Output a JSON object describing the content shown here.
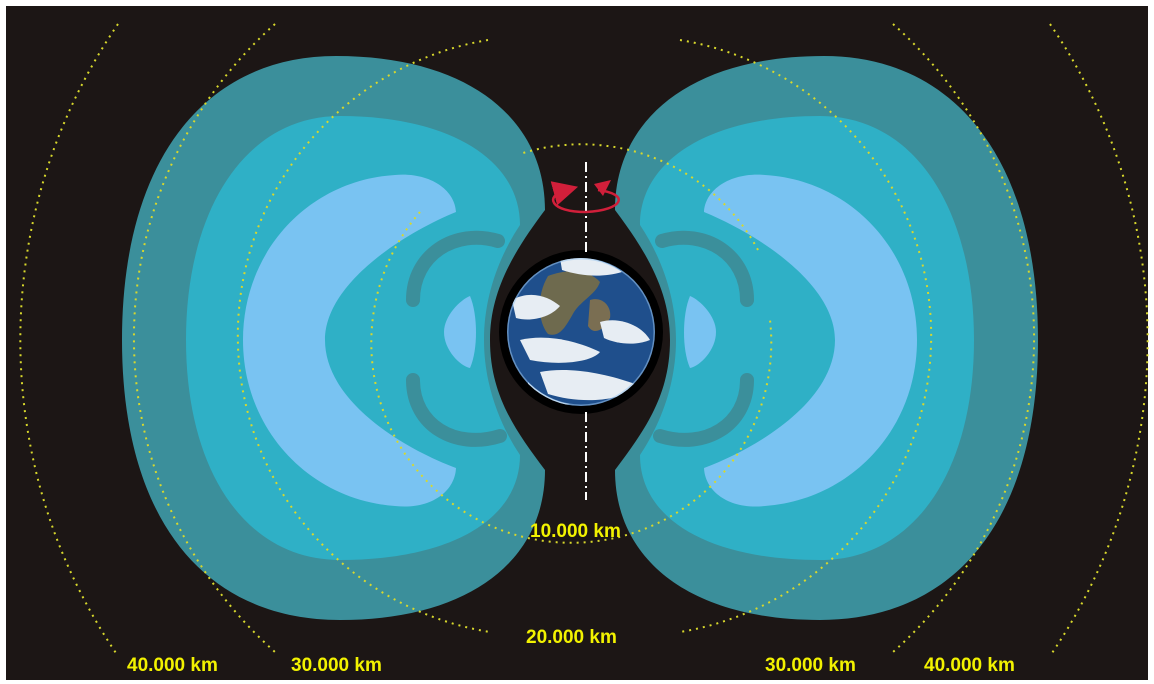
{
  "diagram": {
    "labels": {
      "r10": "10.000 km",
      "r20": "20.000 km",
      "r30_left": "30.000 km",
      "r30_right": "30.000 km",
      "r40_left": "40.000 km",
      "r40_right": "40.000 km"
    },
    "colors": {
      "background": "#1c1615",
      "outer_belt": "#3b8f9b",
      "middle_belt": "#2fb0c6",
      "inner_core": "#79c3f2",
      "distance_rings": "#d8d82c",
      "label_text": "#f2f200",
      "rotation_arrow": "#d11f3a",
      "axis_line": "#ffffff",
      "ocean": "#1f4f8c",
      "clouds": "#e7edf3"
    },
    "icons": {
      "earth": "earth-globe-icon",
      "rotation": "rotation-arrow-icon"
    }
  }
}
